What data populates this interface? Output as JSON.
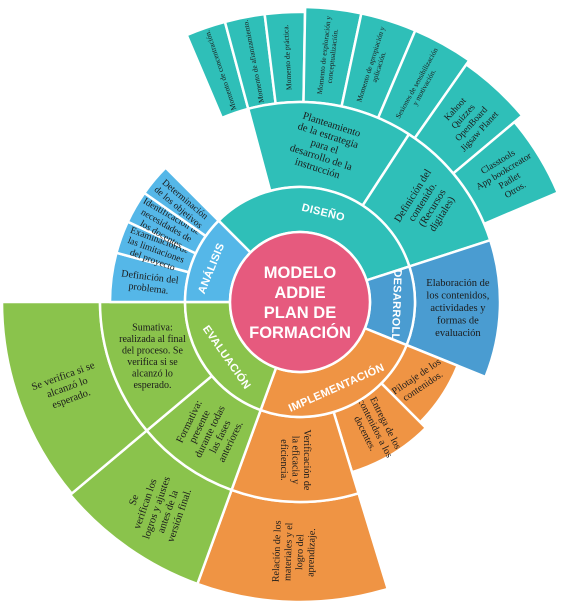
{
  "title_lines": [
    "MODELO",
    "ADDIE",
    "PLAN DE",
    "FORMACIÓN"
  ],
  "colors": {
    "center": "#e65a7e",
    "diseno": "#2fbfb8",
    "desarrollo": "#4a9cd1",
    "implementacion": "#ef9444",
    "evaluacion": "#8ac34c",
    "analisis": "#55b7e8"
  },
  "phases": [
    {
      "key": "diseno",
      "label": "DISEÑO"
    },
    {
      "key": "desarrollo",
      "label": "DESARROLLO"
    },
    {
      "key": "implementacion",
      "label": "IMPLEMENTACIÓN"
    },
    {
      "key": "evaluacion",
      "label": "EVALUACIÓN"
    },
    {
      "key": "analisis",
      "label": "ANÁLISIS"
    }
  ],
  "ring2": [
    {
      "phase": "diseno",
      "lines": [
        "Planteamiento",
        "de la estrategia",
        "para el",
        "desarrollo de la",
        "instrucción"
      ]
    },
    {
      "phase": "diseno",
      "lines": [
        "Definición del",
        "contenido.",
        "(Recursos",
        "digitales)"
      ]
    },
    {
      "phase": "desarrollo",
      "lines": [
        "Elaboración de",
        "los contenidos,",
        "actividades y",
        "formas de",
        "evaluación"
      ]
    },
    {
      "phase": "implementacion",
      "lines": [
        "Pilotaje de los",
        "contenidos."
      ]
    },
    {
      "phase": "implementacion",
      "lines": [
        "Entrega de los",
        "contenidos a los",
        "docentes."
      ]
    },
    {
      "phase": "implementacion",
      "lines": [
        "Verificación de",
        "la eficacia y",
        "eficiencia."
      ]
    },
    {
      "phase": "evaluacion",
      "lines": [
        "Formativa:",
        "presente",
        "durante todas",
        "las fases",
        "anteriores."
      ]
    },
    {
      "phase": "evaluacion",
      "lines": [
        "Sumativa:",
        "realizada al final",
        "del proceso. Se",
        "verifica si se",
        "alcanzó lo",
        "esperado."
      ]
    },
    {
      "phase": "analisis",
      "lines": [
        "Definición del",
        "problema."
      ]
    },
    {
      "phase": "analisis",
      "lines": [
        "Examinación de",
        "las limitaciones",
        "del proyecto"
      ]
    },
    {
      "phase": "analisis",
      "lines": [
        "Identificación de",
        "necesidades de",
        "los docentes"
      ]
    },
    {
      "phase": "analisis",
      "lines": [
        "Determinación",
        "de los objetivos"
      ]
    }
  ],
  "ring3": [
    {
      "phase": "diseno",
      "lines": [
        "Momento de concentración."
      ]
    },
    {
      "phase": "diseno",
      "lines": [
        "Momento de afianzamiento."
      ]
    },
    {
      "phase": "diseno",
      "lines": [
        "Momento de práctica."
      ]
    },
    {
      "phase": "diseno",
      "lines": [
        "Momento de exploración y",
        "conceptualización."
      ]
    },
    {
      "phase": "diseno",
      "lines": [
        "Momento de apropiación y",
        "aplicación."
      ]
    },
    {
      "phase": "diseno",
      "lines": [
        "Sesiones de sensibilización",
        "y motivación."
      ]
    },
    {
      "phase": "diseno",
      "lines": [
        "Kahoot",
        "Quizzes",
        "OpenBoard",
        "Jigsaw Planet"
      ]
    },
    {
      "phase": "diseno",
      "lines": [
        "Classtools",
        "App bookcreator",
        "Padlet",
        "Otros."
      ]
    },
    {
      "phase": "implementacion",
      "lines": [
        "Relación de los",
        "materiales y el",
        "logro del",
        "aprendizaje."
      ]
    },
    {
      "phase": "evaluacion",
      "lines": [
        "Se",
        "verifican los",
        "logros y ajustes",
        "antes de la",
        "versión final."
      ]
    },
    {
      "phase": "evaluacion",
      "lines": [
        "Se verifica si se",
        "alcanzó lo",
        "esperado."
      ]
    }
  ]
}
